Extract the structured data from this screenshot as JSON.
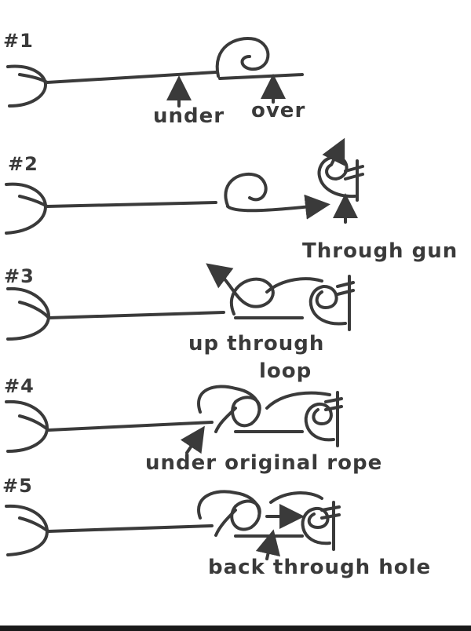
{
  "steps": [
    {
      "number": "#1",
      "labels": [
        "under",
        "over"
      ]
    },
    {
      "number": "#2",
      "labels": [
        "Through gun"
      ]
    },
    {
      "number": "#3",
      "labels": [
        "up through",
        "loop"
      ]
    },
    {
      "number": "#4",
      "labels": [
        "under original rope"
      ]
    },
    {
      "number": "#5",
      "labels": [
        "back through hole"
      ]
    }
  ],
  "colors": {
    "ink": "#3a3a3a",
    "paper": "#ffffff"
  }
}
